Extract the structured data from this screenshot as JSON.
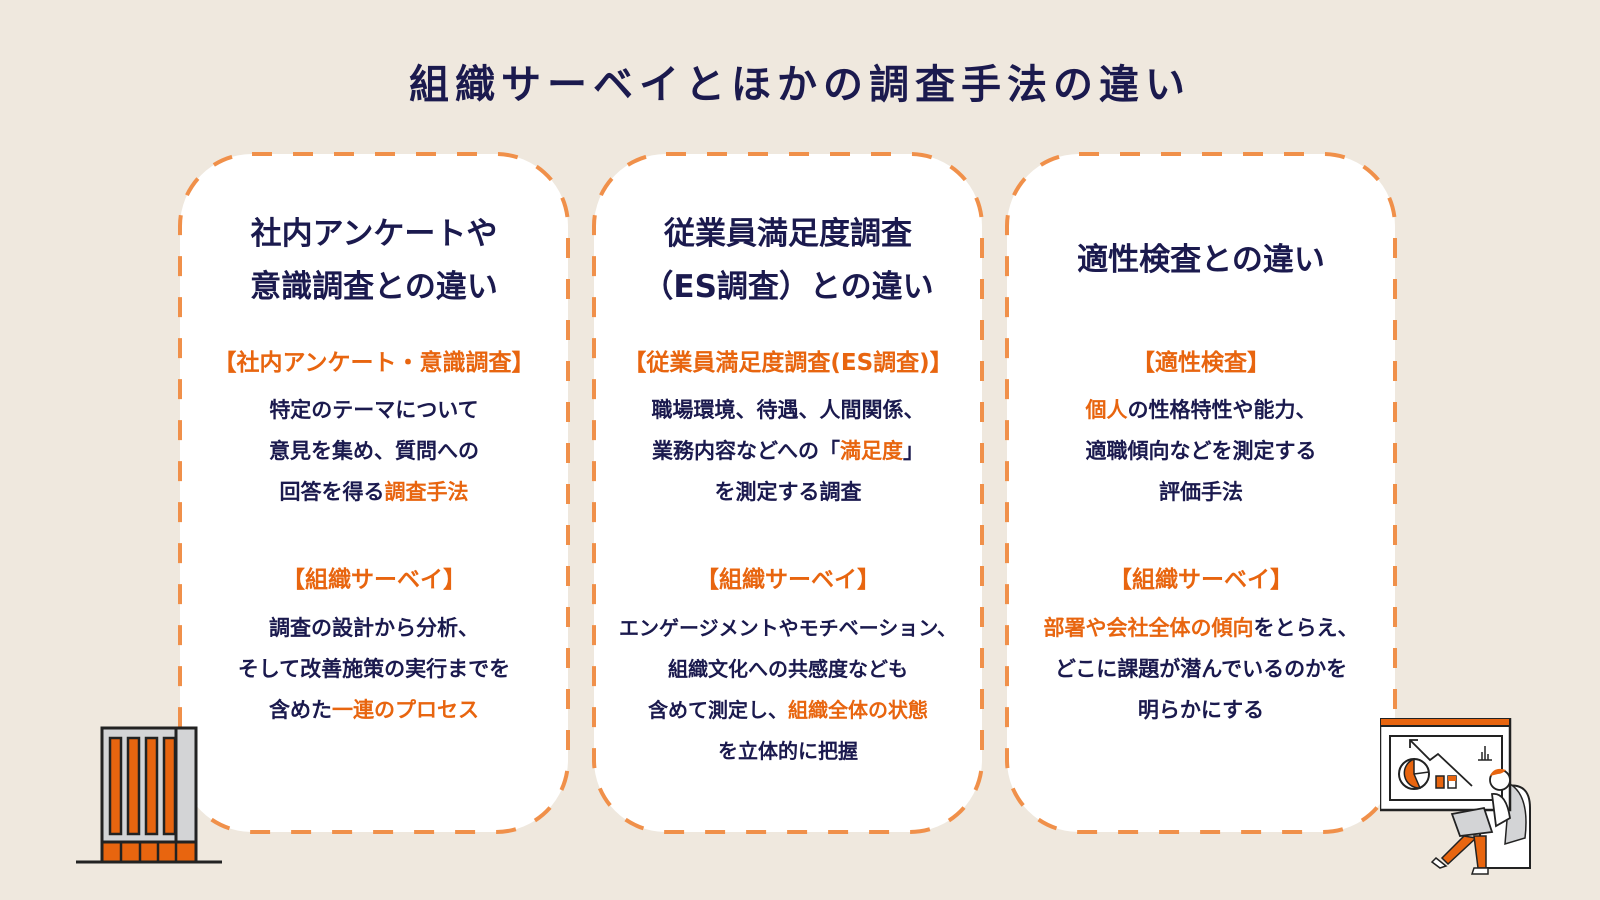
{
  "title": "組織サーベイとほかの調査手法の違い",
  "colors": {
    "background": "#EFE8DE",
    "navy": "#1B1A4E",
    "orange": "#E8650F",
    "dash_border": "#F0904A",
    "card_fill": "#FFFFFF"
  },
  "cards": [
    {
      "title_lines": [
        "社内アンケートや",
        "意識調査との違い"
      ],
      "method_label": "【社内アンケート・意識調査】",
      "method_lines": [
        [
          {
            "t": "特定のテーマについて"
          }
        ],
        [
          {
            "t": "意見を集め、質問への"
          }
        ],
        [
          {
            "t": "回答を得る"
          },
          {
            "t": "調査手法",
            "hl": true
          }
        ]
      ],
      "survey_label": "【組織サーベイ】",
      "survey_lines": [
        [
          {
            "t": "調査の設計から分析、"
          }
        ],
        [
          {
            "t": "そして改善施策の実行までを"
          }
        ],
        [
          {
            "t": "含めた"
          },
          {
            "t": "一連のプロセス",
            "hl": true
          }
        ]
      ]
    },
    {
      "title_lines": [
        "従業員満足度調査",
        "（ES調査）との違い"
      ],
      "method_label": "【従業員満足度調査(ES調査)】",
      "method_lines": [
        [
          {
            "t": "職場環境、待遇、人間関係、"
          }
        ],
        [
          {
            "t": "業務内容などへの「"
          },
          {
            "t": "満足度",
            "hl": true
          },
          {
            "t": "」"
          }
        ],
        [
          {
            "t": "を測定する調査"
          }
        ]
      ],
      "survey_label": "【組織サーベイ】",
      "survey_lines": [
        [
          {
            "t": "エンゲージメントやモチベーション、"
          }
        ],
        [
          {
            "t": "組織文化への共感度なども"
          }
        ],
        [
          {
            "t": "含めて測定し、"
          },
          {
            "t": "組織全体の状態",
            "hl": true
          }
        ],
        [
          {
            "t": "を立体的に把握"
          }
        ]
      ]
    },
    {
      "title_lines": [
        "適性検査との違い"
      ],
      "method_label": "【適性検査】",
      "method_lines": [
        [
          {
            "t": "個人",
            "hl": true
          },
          {
            "t": "の性格特性や能力、"
          }
        ],
        [
          {
            "t": "適職傾向などを測定する"
          }
        ],
        [
          {
            "t": "評価手法"
          }
        ]
      ],
      "survey_label": "【組織サーベイ】",
      "survey_lines": [
        [
          {
            "t": "部署や会社全体の傾向",
            "hl": true
          },
          {
            "t": "をとらえ、"
          }
        ],
        [
          {
            "t": "どこに課題が潜んでいるのかを"
          }
        ],
        [
          {
            "t": "明らかにする"
          }
        ]
      ]
    }
  ],
  "illustrations": {
    "left": "office-building-illustration",
    "right": "person-with-laptop-and-dashboard-illustration"
  }
}
